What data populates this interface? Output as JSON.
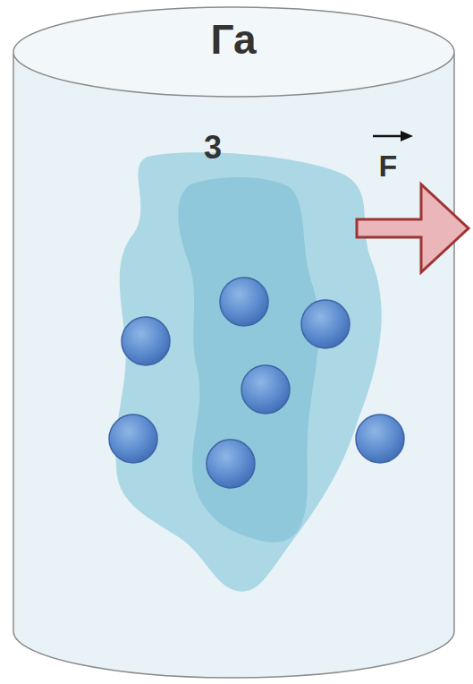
{
  "diagram": {
    "labels": [
      "Га",
      "3",
      "F"
    ]
  }
}
